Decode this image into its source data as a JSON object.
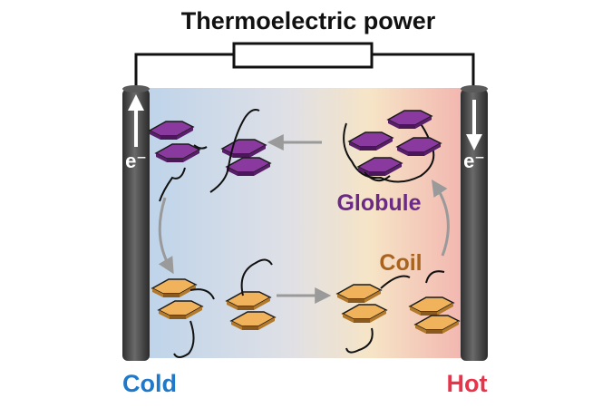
{
  "title": "Thermoelectric power",
  "labels": {
    "electron_left": "e⁻",
    "electron_right": "e⁻",
    "globule": "Globule",
    "coil": "Coil",
    "cold": "Cold",
    "hot": "Hot"
  },
  "colors": {
    "cold_label": "#1f78c8",
    "hot_label": "#e8344a",
    "globule_label": "#6b2a86",
    "coil_label": "#a8641e",
    "globule_plate": "#8a3a9e",
    "coil_plate": "#f0b25a",
    "electrode": "#4a4a4a",
    "arrow": "#999999",
    "gradient_cold": "#bcd3ea",
    "gradient_mid": "#f6e4c6",
    "gradient_hot": "#f2b2ae"
  }
}
